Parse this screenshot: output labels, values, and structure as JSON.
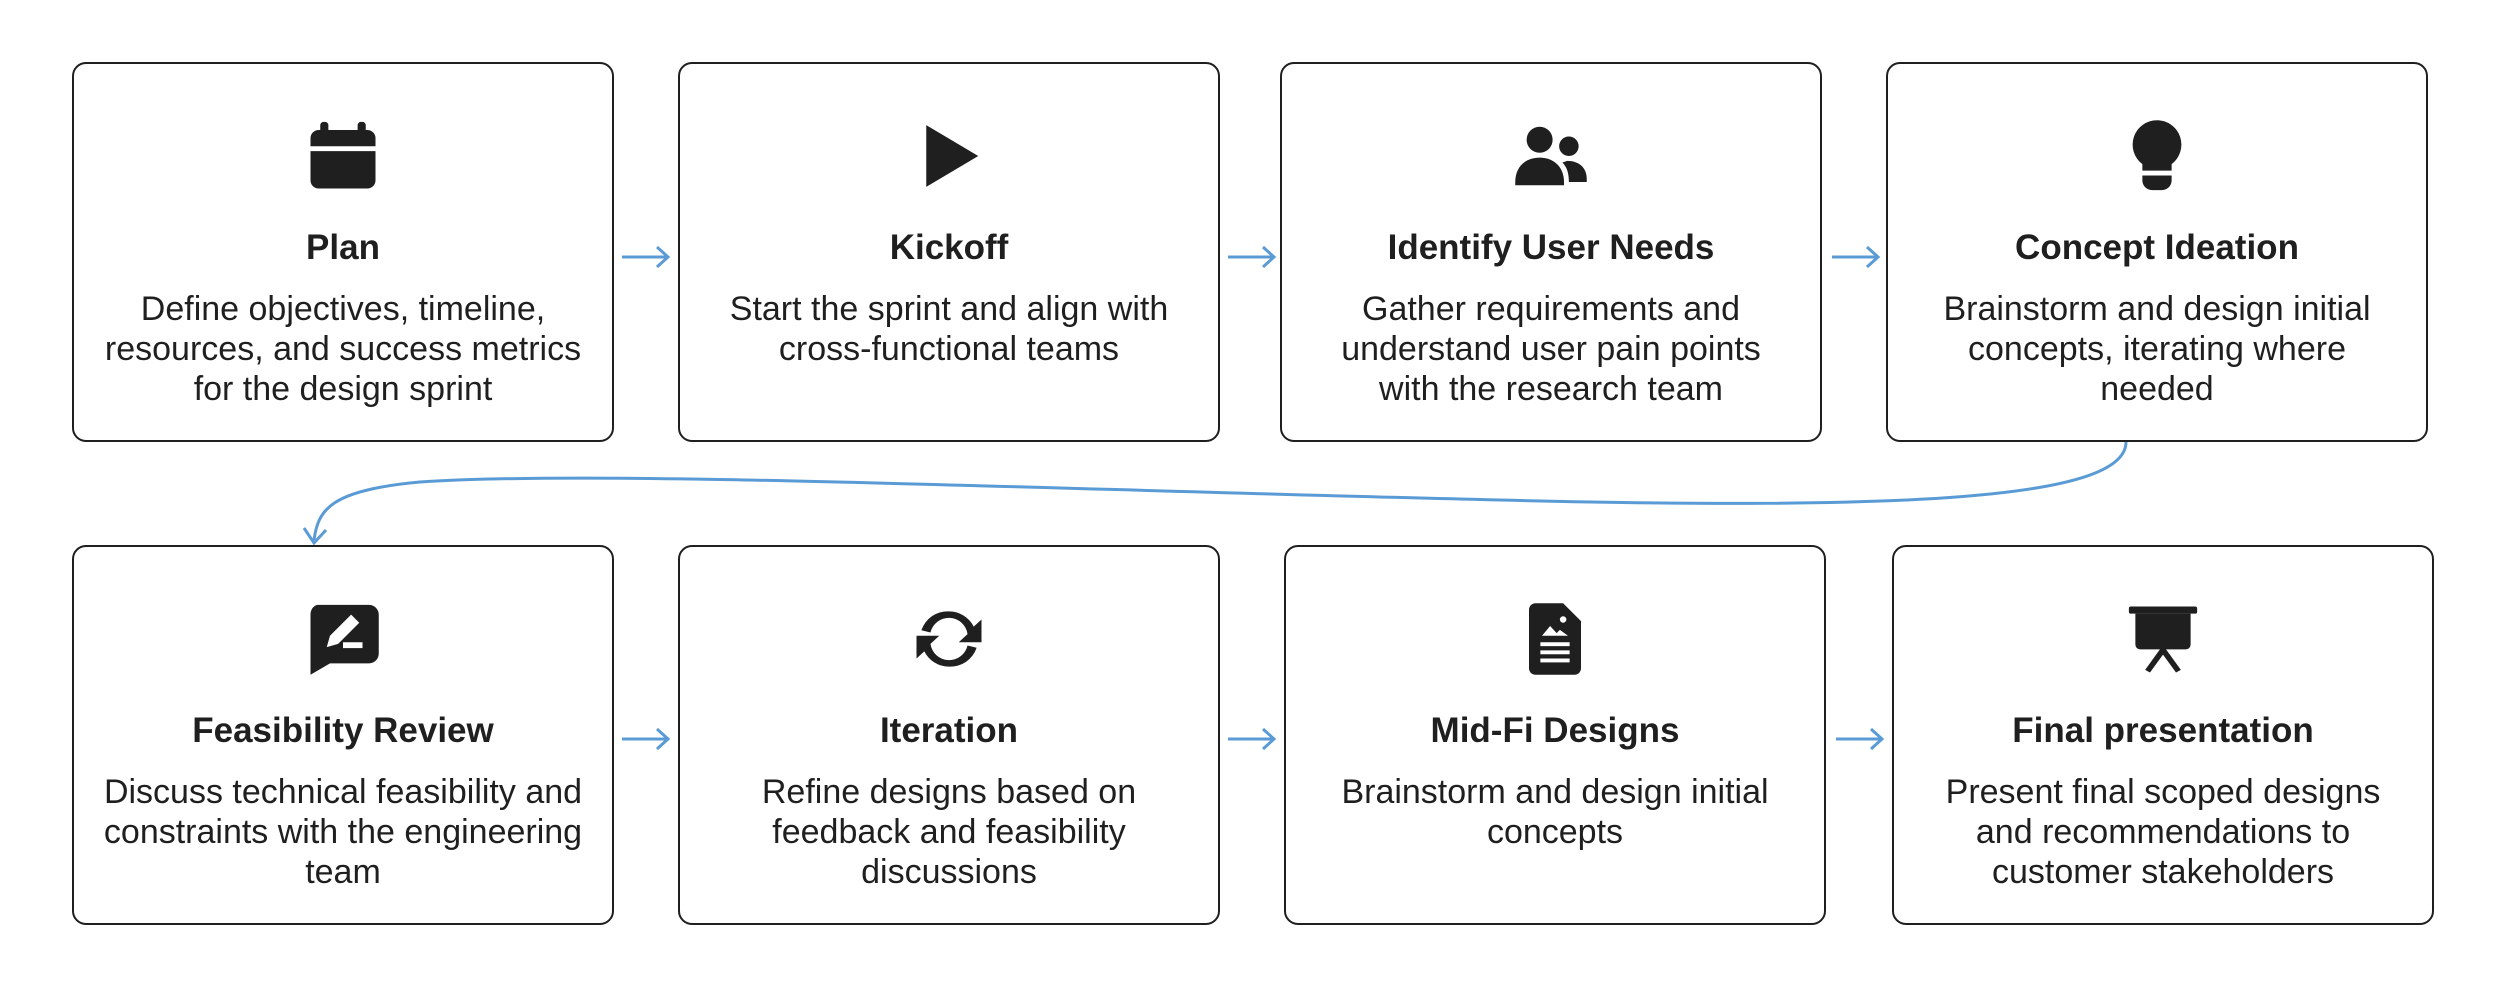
{
  "steps": [
    {
      "title": "Plan",
      "description": "Define objectives, timeline, resources, and success metrics for the design sprint",
      "icon": "calendar-icon"
    },
    {
      "title": "Kickoff",
      "description": "Start the sprint and align with cross-functional teams",
      "icon": "play-icon"
    },
    {
      "title": "Identify User Needs",
      "description": "Gather requirements and understand user pain points with the research team",
      "icon": "users-icon"
    },
    {
      "title": "Concept Ideation",
      "description": "Brainstorm and design initial concepts, iterating where needed",
      "icon": "lightbulb-icon"
    },
    {
      "title": "Feasibility Review",
      "description": "Discuss technical feasibility and constraints with the engineering team",
      "icon": "signature-message-icon"
    },
    {
      "title": "Iteration",
      "description": "Refine designs based on feedback and feasibility discussions",
      "icon": "refresh-icon"
    },
    {
      "title": "Mid-Fi Designs",
      "description": "Brainstorm and design initial concepts",
      "icon": "image-document-icon"
    },
    {
      "title": "Final presentation",
      "description": "Present final scoped designs and recommendations to customer stakeholders",
      "icon": "presentation-board-icon"
    }
  ],
  "colors": {
    "arrow": "#5b9bd5",
    "border": "#1f1f1f",
    "text": "#1f1f1f"
  }
}
